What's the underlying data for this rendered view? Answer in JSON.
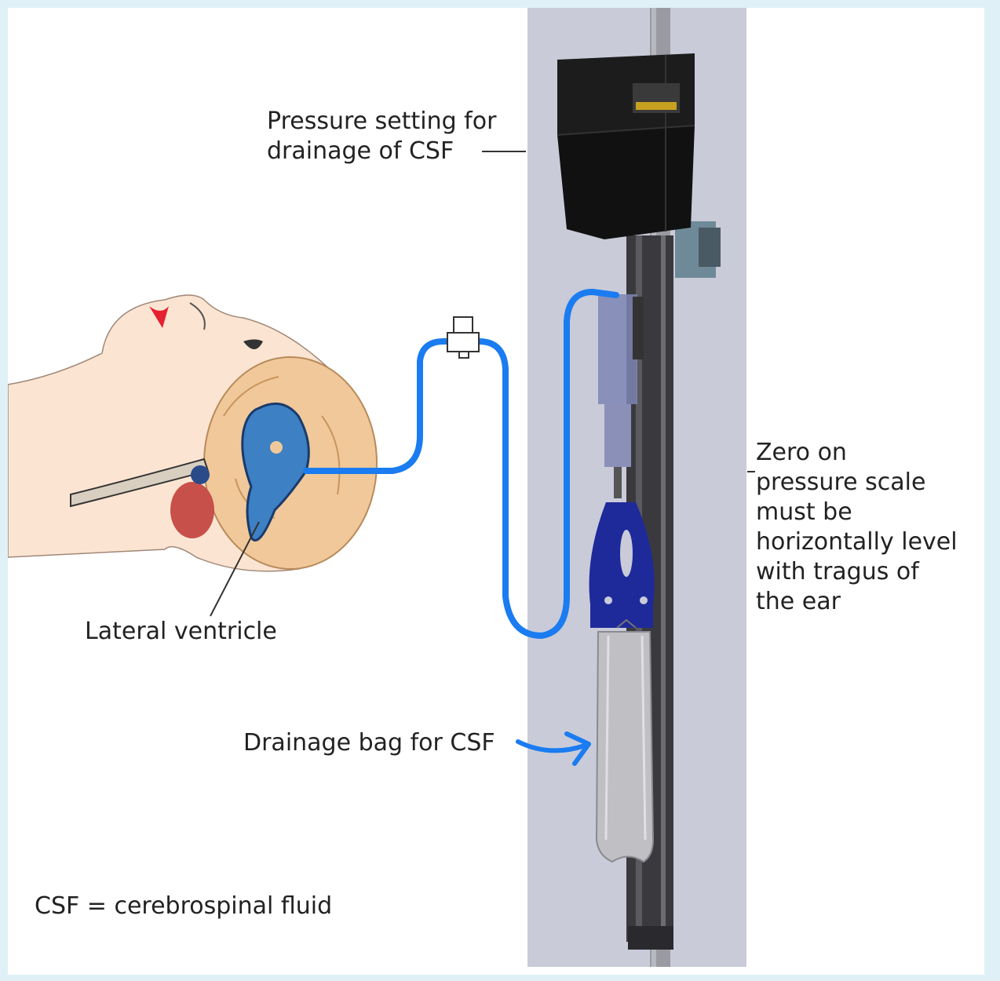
{
  "labels": {
    "pressure_setting": "Pressure setting for\ndrainage of CSF",
    "zero_on_scale": "Zero on\npressure scale\nmust be\nhorizontally level\nwith tragus of\nthe ear",
    "lateral_ventricle": "Lateral ventricle",
    "drainage_bag": "Drainage bag for CSF",
    "footnote": "CSF = cerebrospinal fluid"
  },
  "colors": {
    "tubing": "#1a7cf0",
    "ventricle": "#3d80c4",
    "brain": "#f0c89a",
    "skin": "#fbe5d2",
    "device_body": "#1c1c1c",
    "panel_bg": "#c9cbd9",
    "holder": "#1e2a9a"
  }
}
